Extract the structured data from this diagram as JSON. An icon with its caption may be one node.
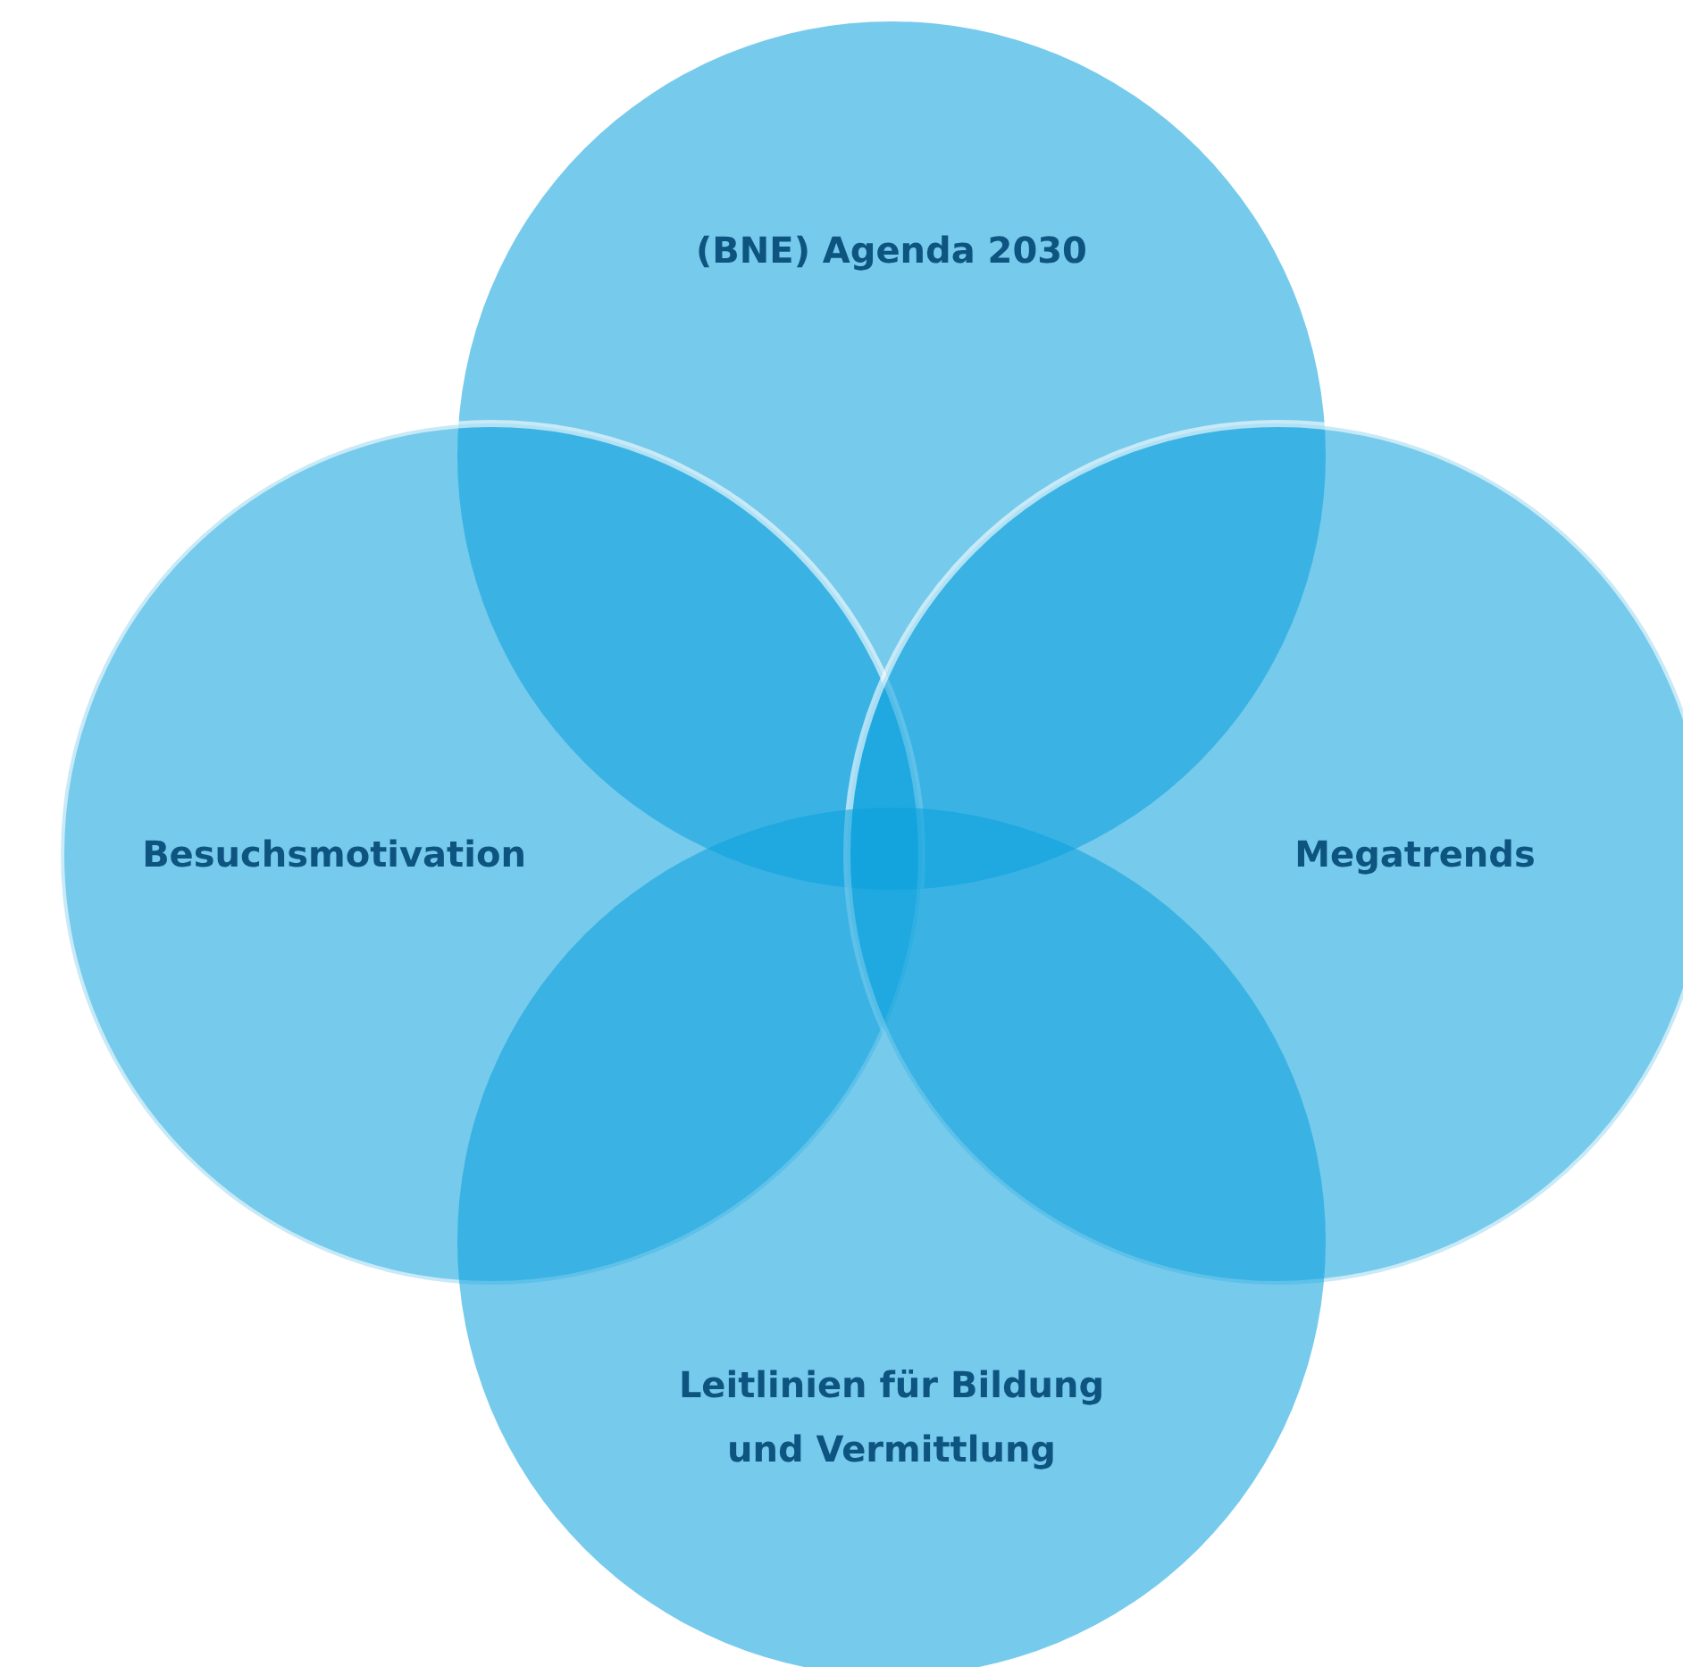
{
  "diagram": {
    "nodes": [
      {
        "text": [
          "(BNE) Agenda 2030"
        ]
      },
      {
        "text": [
          "Besuchsmotivation"
        ]
      },
      {
        "text": [
          "Megatrends"
        ]
      },
      {
        "text": [
          "Leitlinien für Bildung und Vermittlung"
        ]
      }
    ]
  }
}
